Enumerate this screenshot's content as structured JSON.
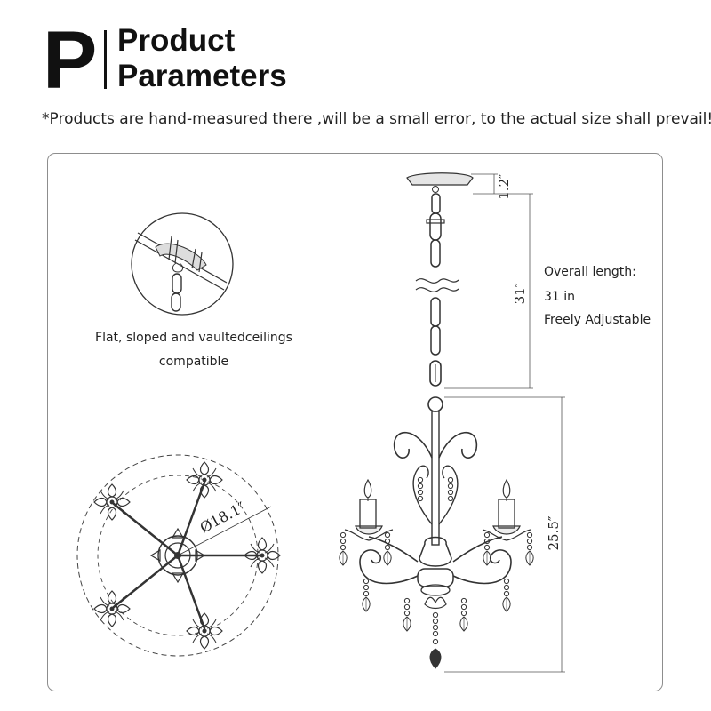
{
  "header": {
    "letter": "P",
    "title_line1": "Product",
    "title_line2": "Parameters"
  },
  "note": "*Products are hand-measured there ,will be a small error, to the actual size shall prevail!",
  "ceiling_info": {
    "caption_line1": "Flat, sloped and vaultedceilings",
    "caption_line2": "compatible"
  },
  "length_info": {
    "label": "Overall length:",
    "value": "31 in",
    "note": "Freely Adjustable"
  },
  "dimensions": {
    "canopy_height": "1.2″",
    "chain_length": "31″",
    "body_height": "25.5″",
    "diameter": "Ø18.1″"
  }
}
